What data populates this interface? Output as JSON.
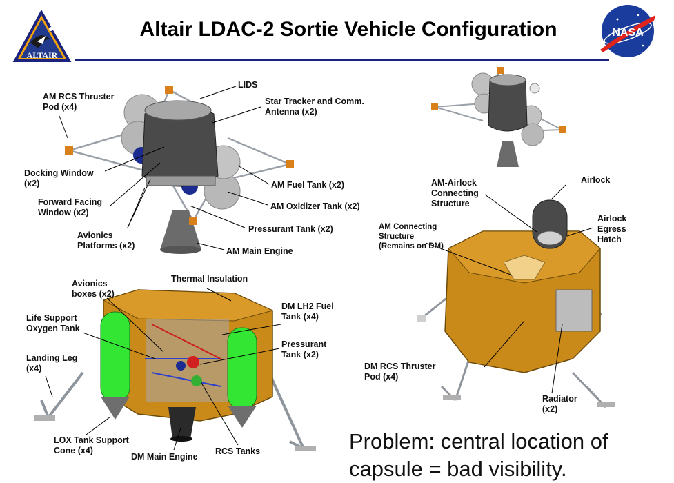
{
  "title": "Altair LDAC-2 Sortie Vehicle Configuration",
  "logos": {
    "altair": "ALTAIR",
    "nasa": "NASA"
  },
  "labels": {
    "am_rcs_pod": [
      "AM RCS Thruster",
      "Pod (x4)"
    ],
    "lids": [
      "LIDS"
    ],
    "star_tracker": [
      "Star Tracker and Comm.",
      "Antenna (x2)"
    ],
    "docking_window": [
      "Docking Window",
      "(x2)"
    ],
    "am_fuel_tank": [
      "AM Fuel Tank (x2)"
    ],
    "forward_window": [
      "Forward Facing",
      "Window (x2)"
    ],
    "am_oxidizer_tank": [
      "AM Oxidizer Tank (x2)"
    ],
    "avionics_platforms": [
      "Avionics",
      "Platforms (x2)"
    ],
    "pressurant_tank_am": [
      "Pressurant Tank (x2)"
    ],
    "am_main_engine": [
      "AM Main Engine"
    ],
    "airlock": [
      "Airlock"
    ],
    "am_airlock_struct": [
      "AM-Airlock",
      "Connecting",
      "Structure"
    ],
    "am_connecting_struct": [
      "AM Connecting",
      "Structure",
      "(Remains on DM)"
    ],
    "airlock_hatch": [
      "Airlock",
      "Egress",
      "Hatch"
    ],
    "avionics_boxes": [
      "Avionics",
      "boxes (x2)"
    ],
    "thermal_insulation": [
      "Thermal Insulation"
    ],
    "life_support_o2": [
      "Life Support",
      "Oxygen Tank"
    ],
    "dm_lh2": [
      "DM LH2 Fuel",
      "Tank (x4)"
    ],
    "pressurant_tank_dm": [
      "Pressurant",
      "Tank  (x2)"
    ],
    "landing_leg": [
      "Landing Leg",
      "(x4)"
    ],
    "dm_rcs_pod": [
      "DM RCS Thruster",
      "Pod (x4)"
    ],
    "radiator": [
      "Radiator",
      "(x2)"
    ],
    "lox_cone": [
      "LOX Tank Support",
      "Cone (x4)"
    ],
    "dm_main_engine": [
      "DM Main Engine"
    ],
    "rcs_tanks": [
      "RCS Tanks"
    ]
  },
  "note": [
    "Problem: central location of",
    "capsule = bad visibility."
  ],
  "colors": {
    "title_rule": "#1a237e",
    "dm_body": "#c98a1a",
    "tank_green": "#33e633",
    "capsule": "#4a4a4a",
    "sphere": "#b8b8b8",
    "blue_tank": "#1b2b8f"
  }
}
